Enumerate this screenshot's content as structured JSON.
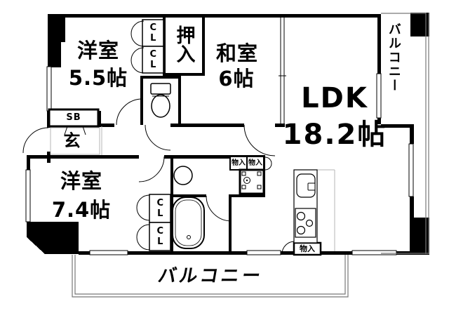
{
  "rooms": {
    "western1": {
      "name": "洋室",
      "size": "5.5帖"
    },
    "japanese": {
      "name": "和室",
      "size": "6帖"
    },
    "ldk": {
      "name": "LDK",
      "size": "18.2帖"
    },
    "western2": {
      "name": "洋室",
      "size": "7.4帖"
    },
    "entrance": {
      "name": "玄"
    }
  },
  "storage": {
    "closet": "CL",
    "oshiire": "押入",
    "shoe_box": "SB",
    "monoire": "物入"
  },
  "balcony": {
    "label": "バルコニー"
  },
  "fixtures": {
    "toilet": "toilet-icon",
    "bathtub": "bathtub-icon",
    "washbasin": "washbasin-icon",
    "washing_machine": "washing-machine-pan-icon",
    "kitchen_sink": "kitchen-sink-icon",
    "stove": "stove-icon"
  },
  "colors": {
    "line": "#000000",
    "background": "#ffffff",
    "balcony_outline": "#777777"
  }
}
